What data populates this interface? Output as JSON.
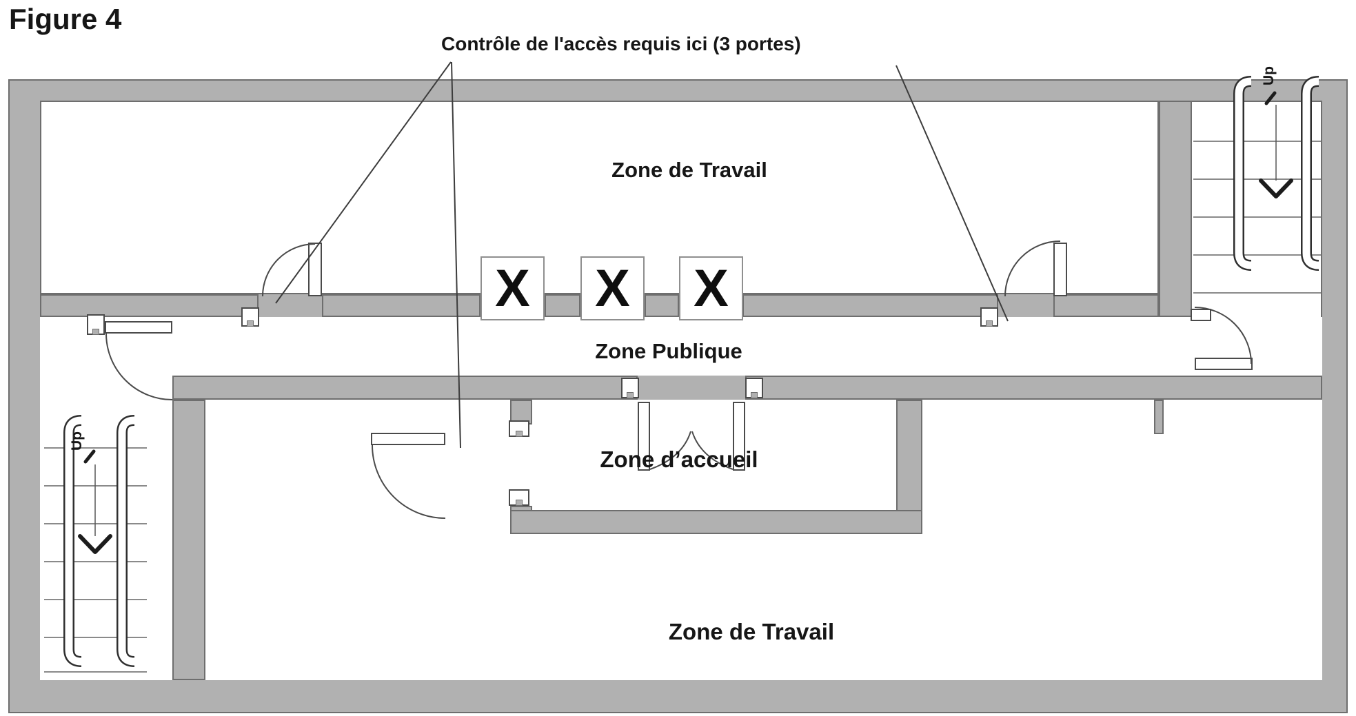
{
  "figure": {
    "title": "Figure 4"
  },
  "annotation": {
    "text": "Contrôle de l'accès requis ici (3 portes)"
  },
  "zones": {
    "work_top": {
      "label": "Zone de Travail"
    },
    "public": {
      "label": "Zone Publique"
    },
    "reception": {
      "label": "Zone d’accueil"
    },
    "work_bottom": {
      "label": "Zone de Travail"
    }
  },
  "access_markers": {
    "symbol": "X",
    "count": 3
  },
  "stairs": {
    "up_label": "Up"
  },
  "colors": {
    "wall_fill": "#b1b1b1",
    "wall_outline": "#6e6e6e",
    "door_line": "#4a4a4a",
    "label_text": "#161616",
    "background": "#ffffff"
  }
}
